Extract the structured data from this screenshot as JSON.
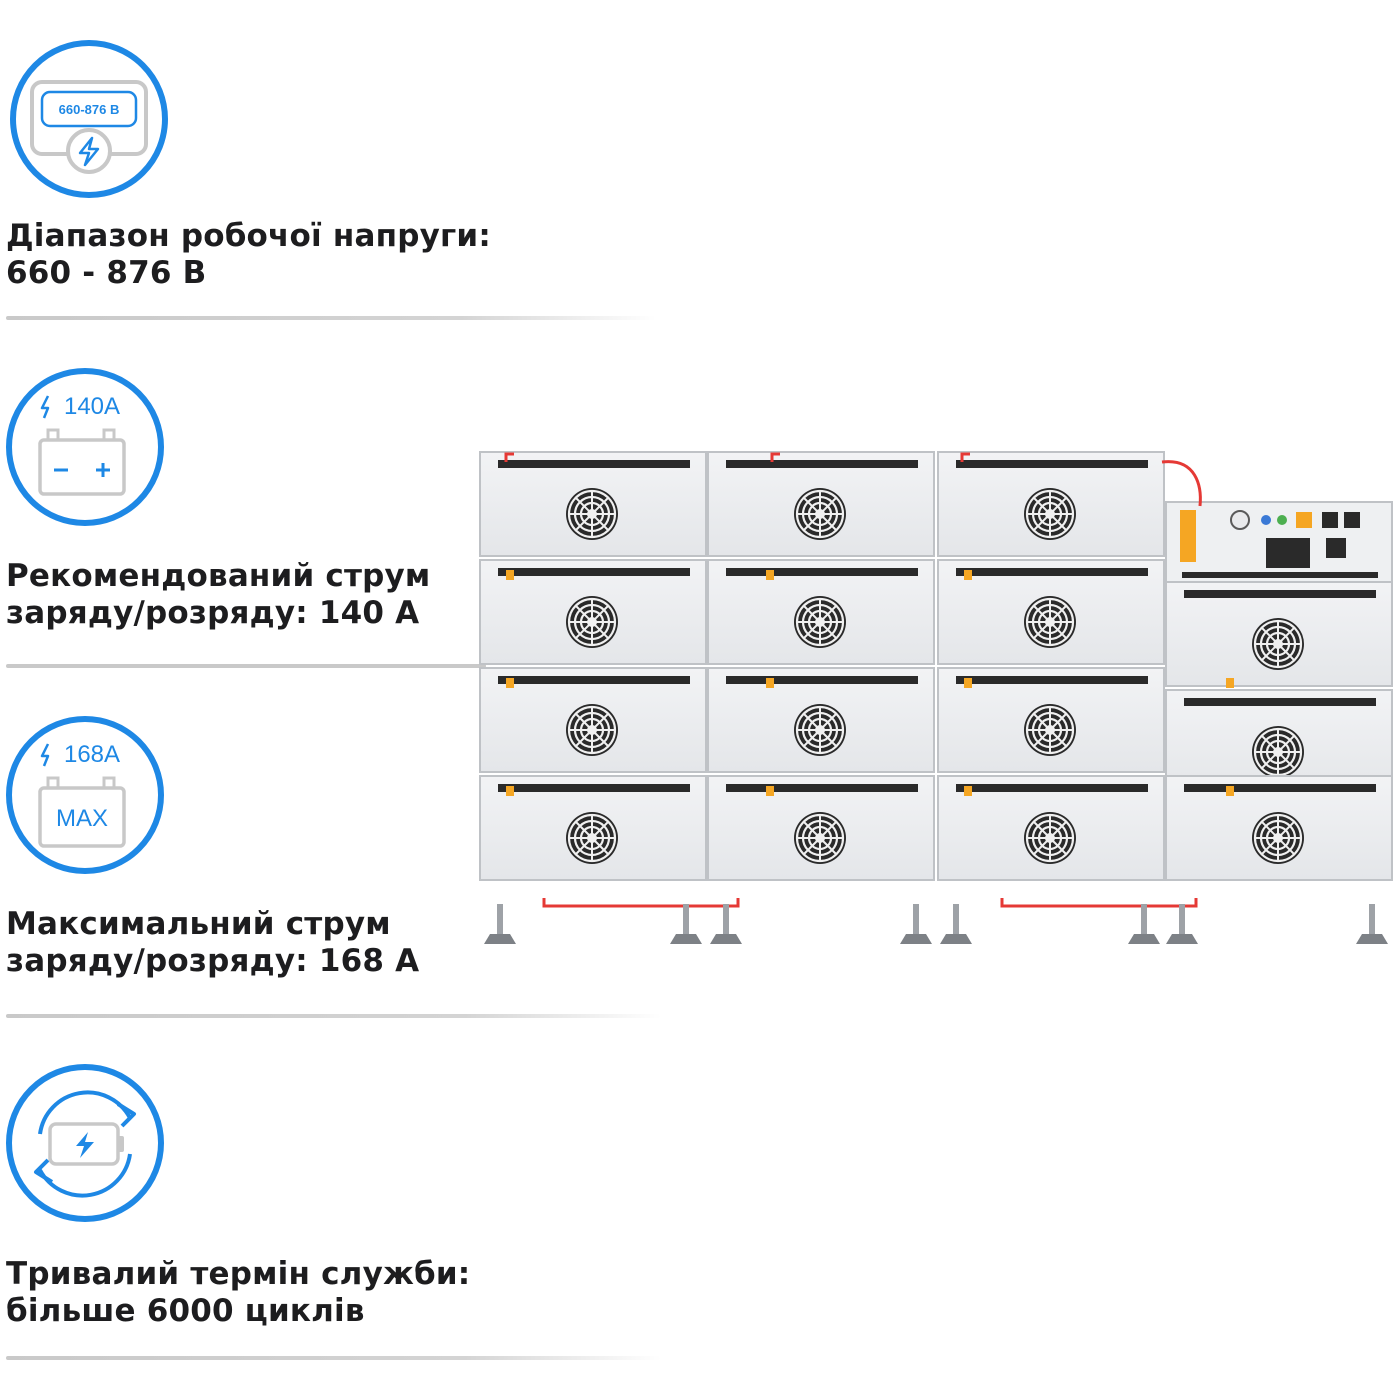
{
  "features": [
    {
      "icon": "voltage-range-icon",
      "badge": "660-876 В",
      "line1": "Діапазон робочої напруги:",
      "line2": "660 - 876 В"
    },
    {
      "icon": "charge-current-icon",
      "badge": "140A",
      "line1": "Рекомендований струм",
      "line2": "заряду/розряду: 140 А"
    },
    {
      "icon": "max-current-icon",
      "badge": "168A",
      "badge2": "MAX",
      "line1": "Максимальний струм",
      "line2": "заряду/розряду: 168 А"
    },
    {
      "icon": "cycle-life-icon",
      "line1": "Тривалий термін служби:",
      "line2": "більше 6000 циклів"
    }
  ],
  "product_image": "battery-rack-image",
  "colors": {
    "accent": "#1e88e5",
    "icon_gray": "#c8c8c8",
    "text": "#1d1d1f",
    "cable": "#e53935",
    "handle": "#f5a623"
  }
}
